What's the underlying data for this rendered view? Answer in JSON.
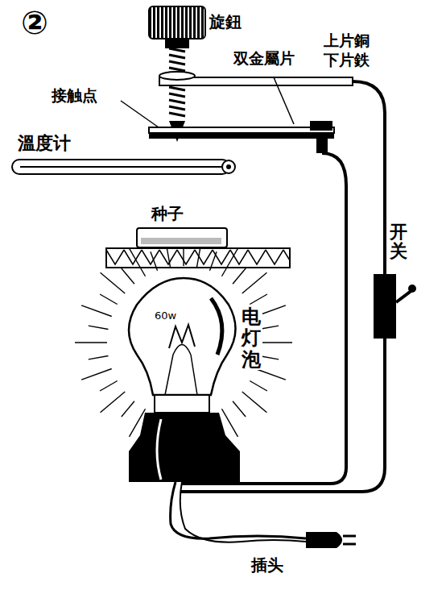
{
  "diagram": {
    "labels": [
      "②",
      "旋鈕",
      "双金屬片",
      "上片銅",
      "下片鉄",
      "接触点",
      "溫度计",
      "种子",
      "60w",
      "电灯泡",
      "开关",
      "插头"
    ]
  }
}
